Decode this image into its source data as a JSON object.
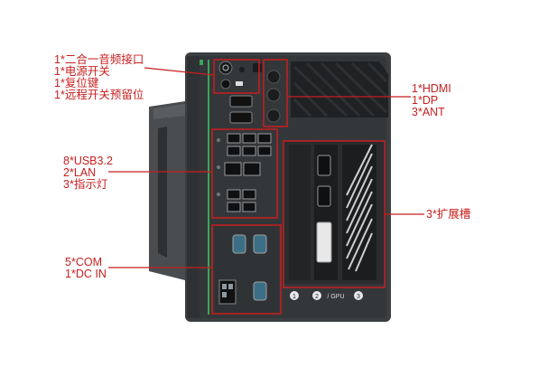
{
  "annotations": {
    "front_io": [
      "1*二合一音频接口",
      "1*电源开关",
      "1*复位键",
      "1*远程开关预留位"
    ],
    "display_ant": [
      "1*HDMI",
      "1*DP",
      "3*ANT"
    ],
    "usb_lan": [
      "8*USB3.2",
      "2*LAN",
      "3*指示灯"
    ],
    "expansion": "3*扩展槽",
    "com_dc": [
      "5*COM",
      "1*DC IN"
    ]
  },
  "panel_markings": {
    "slot_1": "1",
    "slot_2": "2",
    "gpu": "/ GPU",
    "slot_3": "3"
  },
  "colors": {
    "annotation": "#c81e1e",
    "chassis": "#3c3f41",
    "panel": "#2a2c2e",
    "accent_green": "#3aa655"
  }
}
